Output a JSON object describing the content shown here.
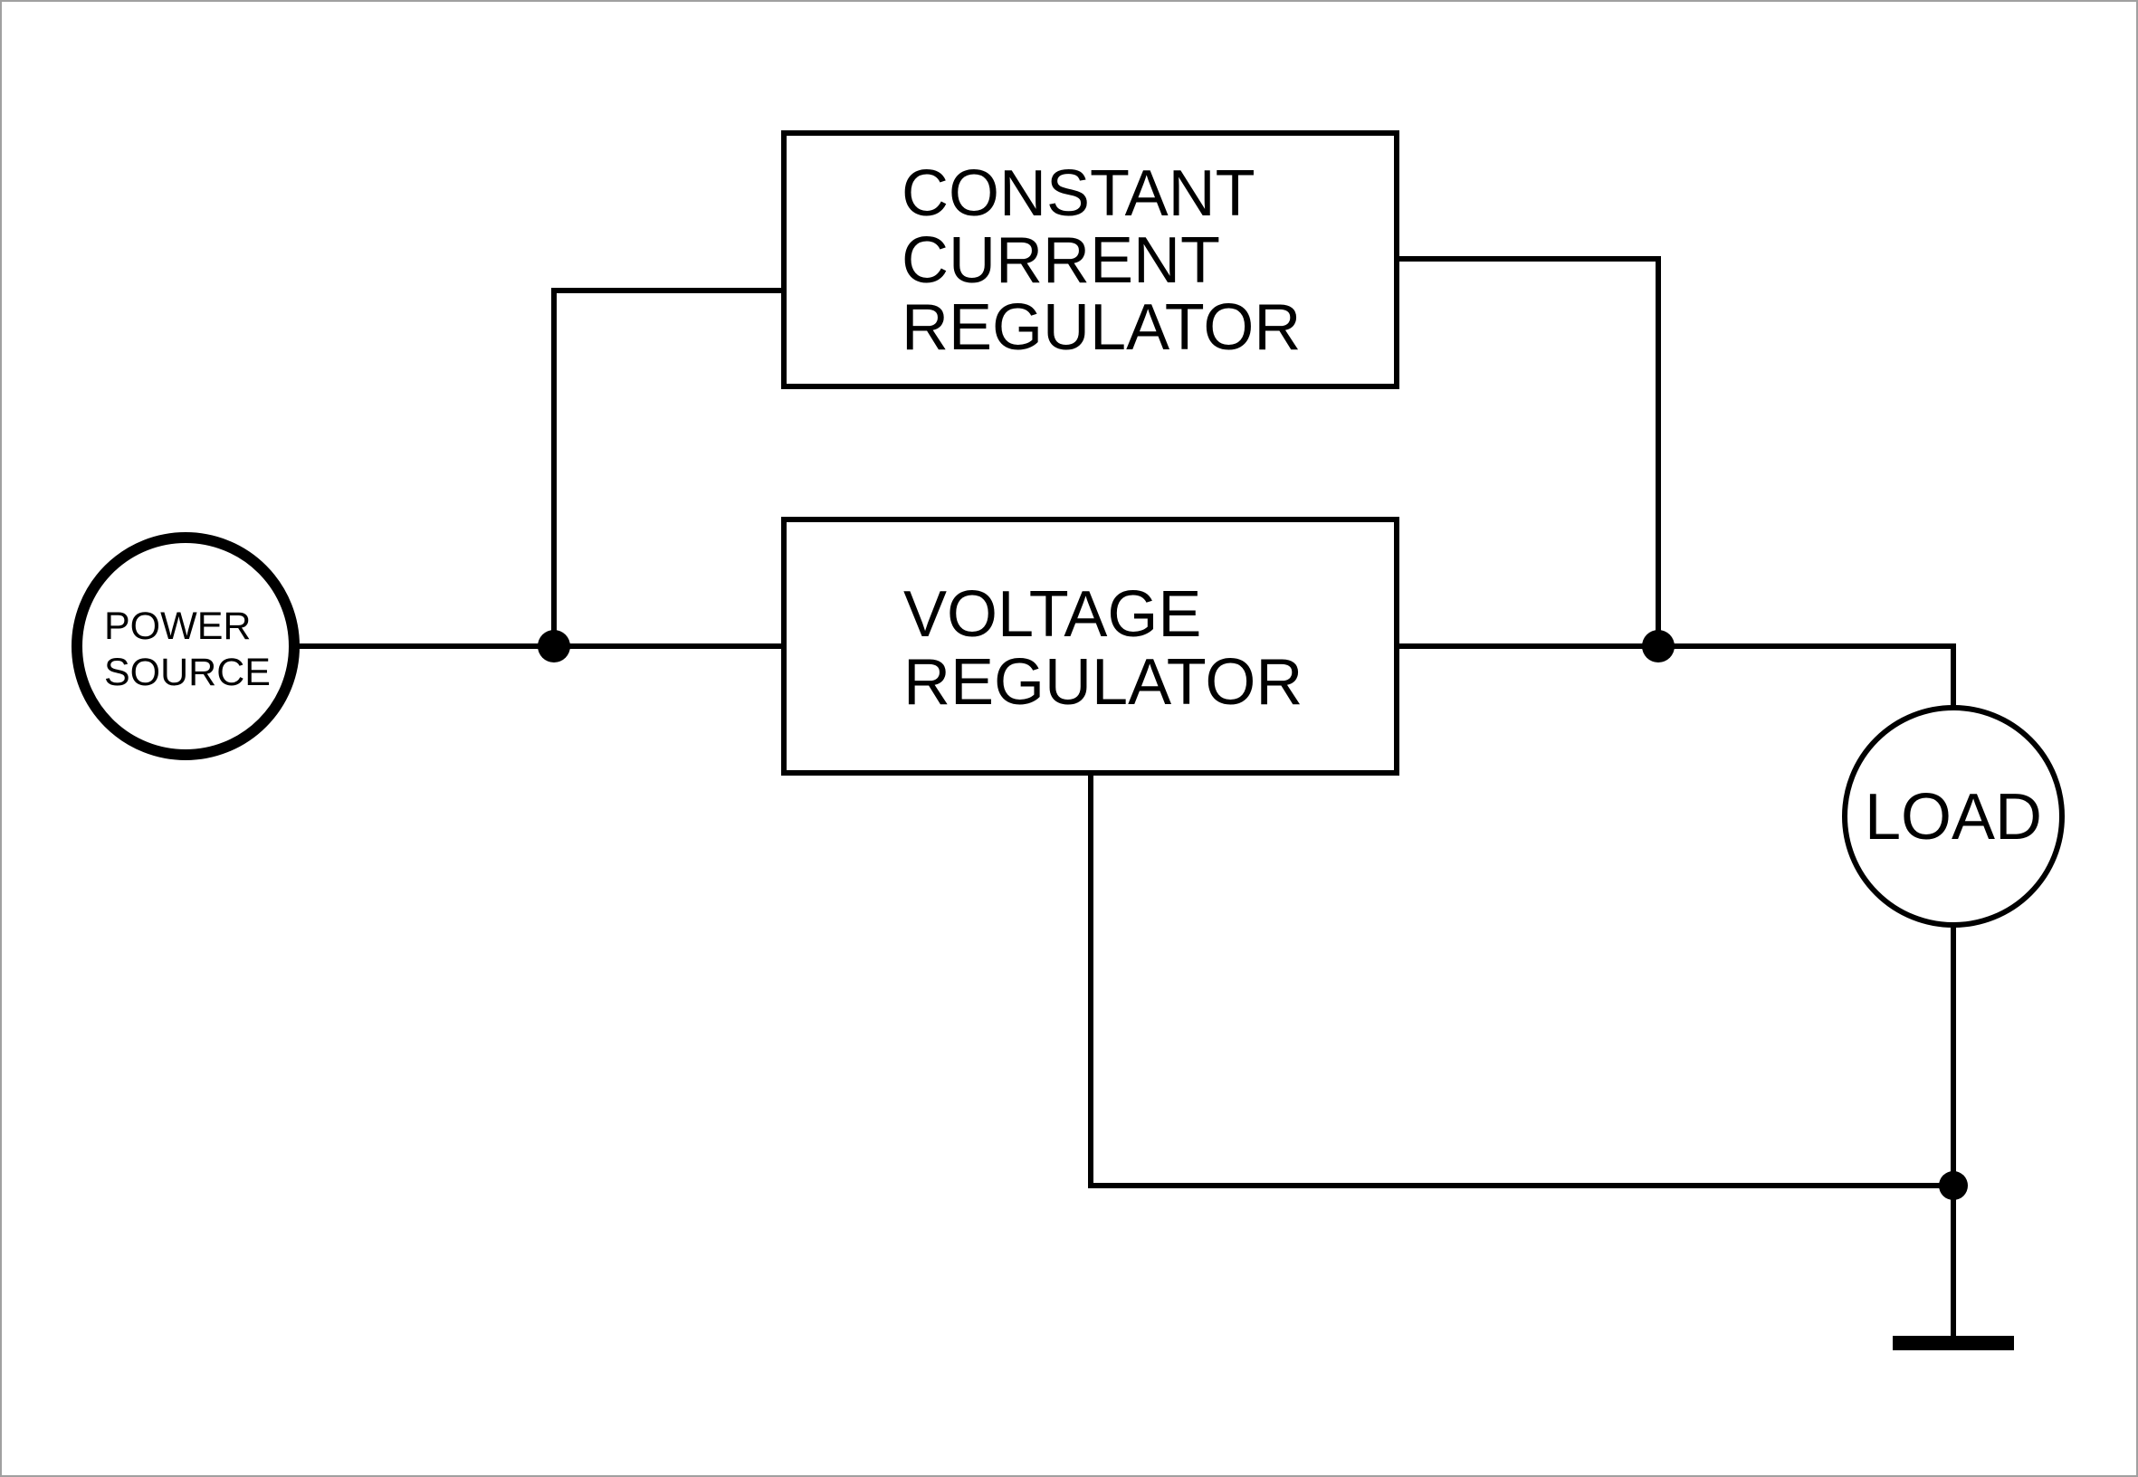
{
  "power_source": {
    "line1": "POWER",
    "line2": "SOURCE"
  },
  "constant_current_regulator": {
    "line1": "CONSTANT",
    "line2": "CURRENT",
    "line3": "REGULATOR"
  },
  "voltage_regulator": {
    "line1": "VOLTAGE",
    "line2": "REGULATOR"
  },
  "load": {
    "label": "LOAD"
  },
  "colors": {
    "stroke": "#000000",
    "background": "#ffffff",
    "frame": "#a0a0a0"
  }
}
